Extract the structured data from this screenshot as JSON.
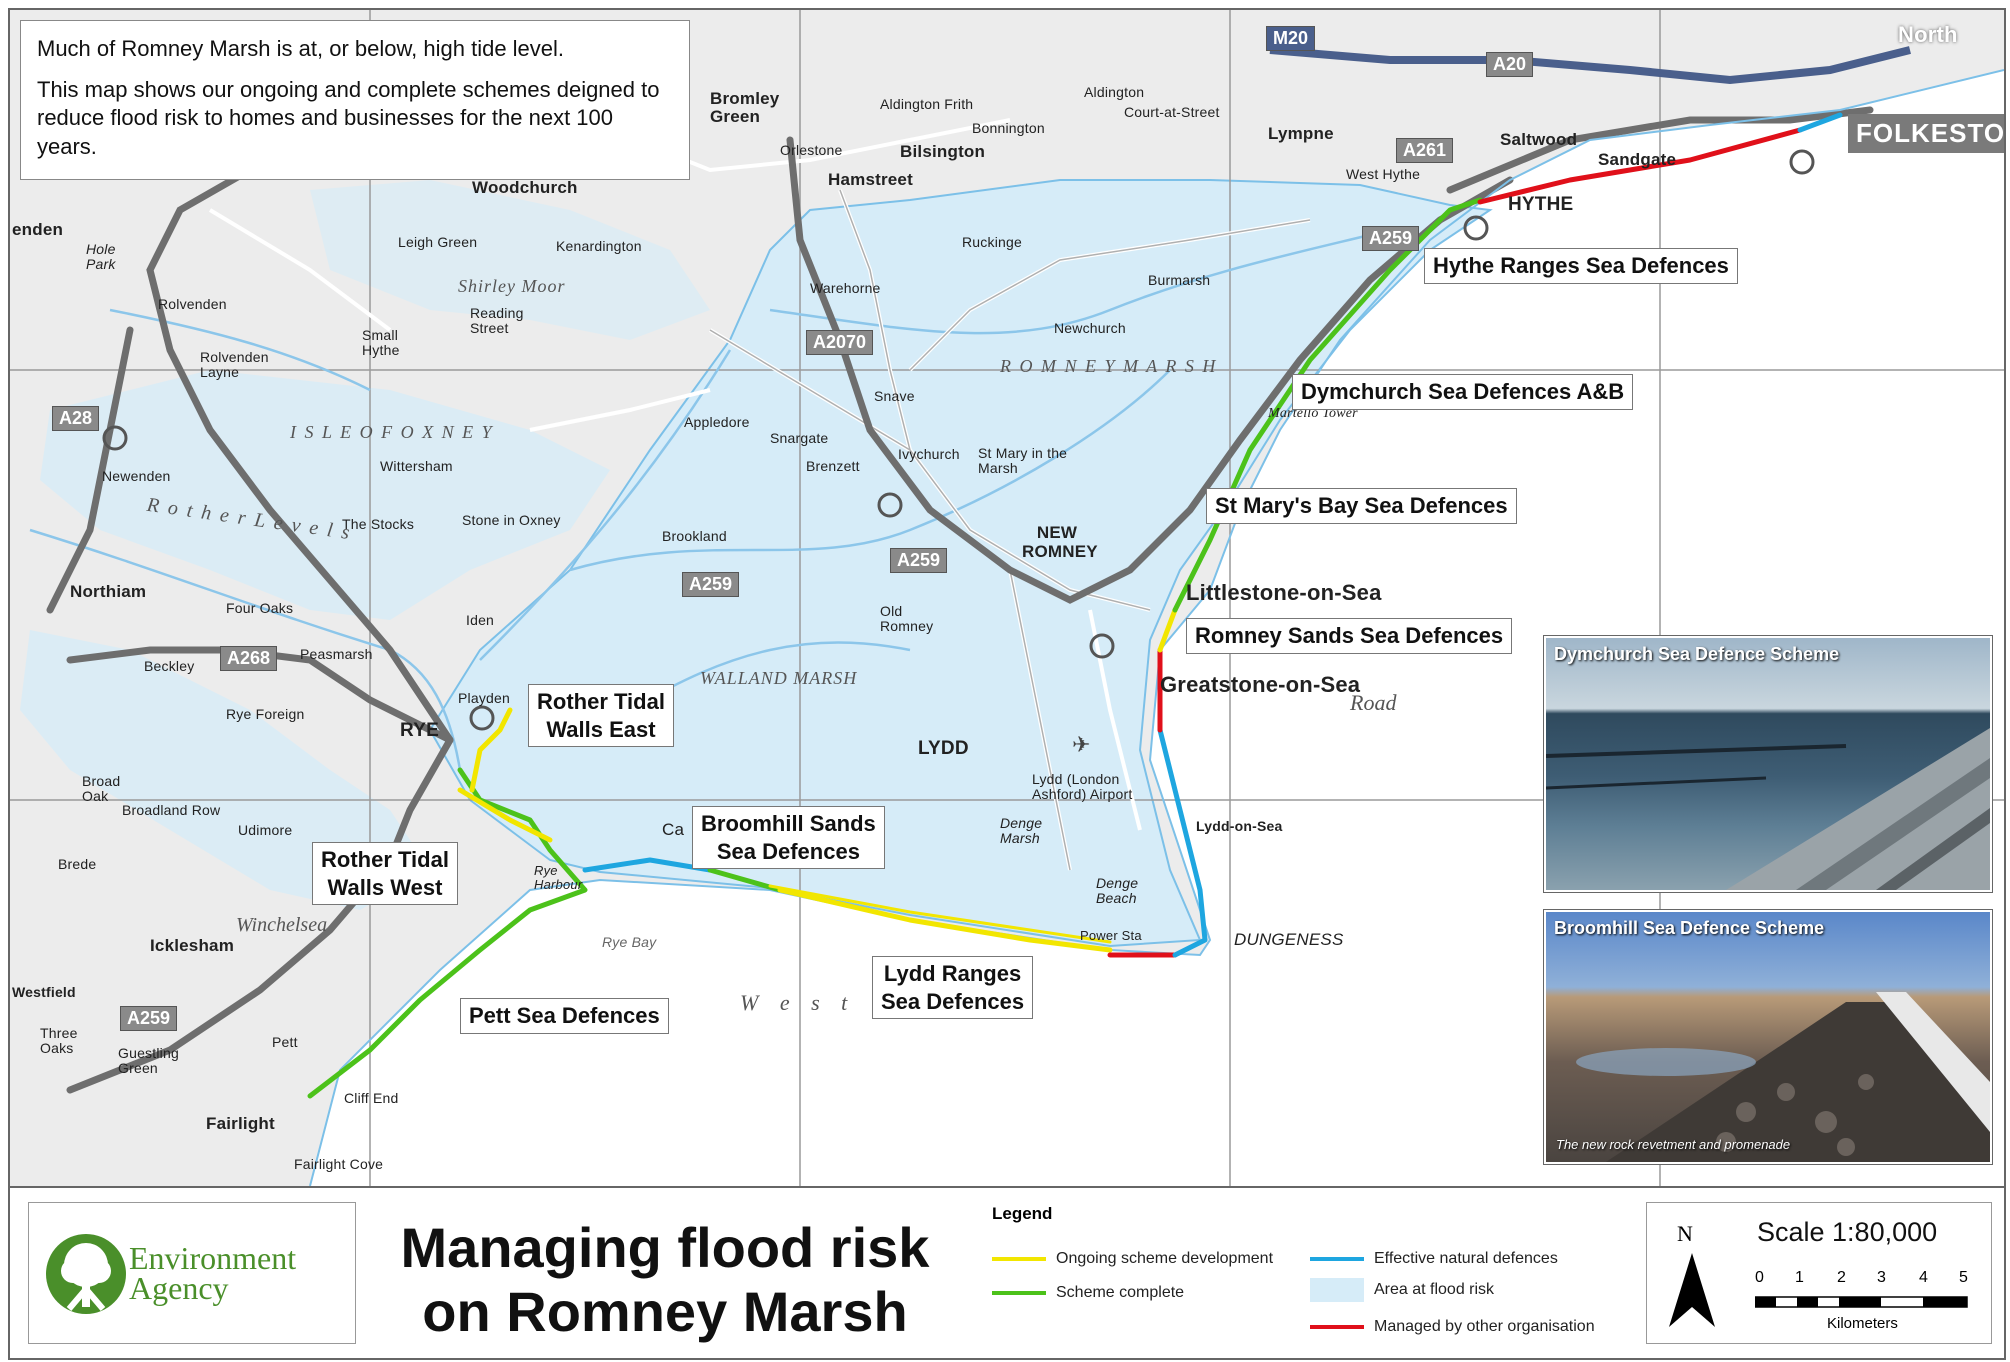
{
  "intro": {
    "line1": "Much of Romney Marsh is at, or below, high tide level.",
    "line2": "This map shows our ongoing and complete schemes deigned to reduce flood risk to homes and businesses for the next 100 years."
  },
  "callouts": {
    "hythe_ranges": "Hythe Ranges Sea Defences",
    "dymchurch": "Dymchurch Sea Defences A&B",
    "st_marys_bay": "St Mary's Bay Sea Defences",
    "littlestone": "Littlestone-on-Sea",
    "romney_sands": "Romney Sands Sea Defences",
    "greatstone": "Greatstone-on-Sea",
    "rother_east_1": "Rother Tidal",
    "rother_east_2": "Walls East",
    "broomhill_1": "Broomhill Sands",
    "broomhill_2": "Sea Defences",
    "rother_west_1": "Rother Tidal",
    "rother_west_2": "Walls West",
    "lydd_ranges_1": "Lydd Ranges",
    "lydd_ranges_2": "Sea Defences",
    "pett": "Pett Sea Defences"
  },
  "places": {
    "folkestone": "FOLKESTON",
    "north": "North",
    "hythe": "HYTHE",
    "saltwood": "Saltwood",
    "lympne": "Lympne",
    "west_hythe": "West Hythe",
    "sandgate": "Sandgate",
    "court_at_street": "Court-at-Street",
    "aldington": "Aldington",
    "aldington_frith": "Aldington Frith",
    "bonnington": "Bonnington",
    "bilsington": "Bilsington",
    "bromley_green": "Bromley Green",
    "hamstreet": "Hamstreet",
    "orlestone": "Orlestone",
    "woodchurch": "Woodchurch",
    "leigh_green": "Leigh Green",
    "kenardington": "Kenardington",
    "shirley_moor": "Shirley Moor",
    "reading_street": "Reading Street",
    "small_hythe": "Small Hythe",
    "rolvenden": "Rolvenden",
    "rolvenden_layne": "Rolvenden Layne",
    "hole_park": "Hole Park",
    "tenterden": "enden",
    "newenden": "Newenden",
    "wittersham": "Wittersham",
    "the_stocks": "The Stocks",
    "stone_in_oxney": "Stone in Oxney",
    "appledore": "Appledore",
    "snargate": "Snargate",
    "brenzett": "Brenzett",
    "ivychurch": "Ivychurch",
    "st_mary_in_the_marsh": "St Mary in the Marsh",
    "newchurch": "Newchurch",
    "burmarsh": "Burmarsh",
    "ruckinge": "Ruckinge",
    "warehorne": "Warehorne",
    "snave": "Snave",
    "brookland": "Brookland",
    "new_romney": "NEW ROMNEY",
    "old_romney": "Old Romney",
    "lydd": "LYDD",
    "lydd_airport": "Lydd (London Ashford) Airport",
    "lydd_on_sea": "Lydd-on-Sea",
    "denge_marsh": "Denge Marsh",
    "denge_beach": "Denge Beach",
    "dungeness": "DUNGENESS",
    "walland_marsh": "WALLAND MARSH",
    "romney_marsh_label": "R O M N E Y   M A R S H",
    "isle_of_oxney": "I S L E   O F   O X N E Y",
    "rother_levels": "R o t h e r   L e v e l s",
    "northiam": "Northiam",
    "four_oaks": "Four Oaks",
    "beckley": "Beckley",
    "peasmarsh": "Peasmarsh",
    "iden": "Iden",
    "playden": "Playden",
    "rye": "RYE",
    "rye_foreign": "Rye Foreign",
    "broad_oak": "Broad Oak",
    "broadland_row": "Broadland Row",
    "udimore": "Udimore",
    "brede": "Brede",
    "winchelsea": "Winchelsea",
    "icklesham": "Icklesham",
    "westfield": "Westfield",
    "three_oaks": "Three Oaks",
    "guestling_green": "Guestling Green",
    "pett": "Pett",
    "cliff_end": "Cliff End",
    "fairlight": "Fairlight",
    "fairlight_cove": "Fairlight Cove",
    "rye_bay": "Rye Bay",
    "west_bay": "W e s t",
    "martello_tower": "Martello Tower",
    "road_label": "Road",
    "camber": "Ca",
    "rye_harbour": "Rye Harbour",
    "power_sta": "Power Sta"
  },
  "roads": {
    "m20": "M20",
    "a20": "A20",
    "a261": "A261",
    "a259_hythe": "A259",
    "a2070": "A2070",
    "a259_marsh": "A259",
    "a259_marsh2": "A259",
    "a28": "A28",
    "a268": "A268",
    "a259_west": "A259"
  },
  "photos": {
    "dymchurch": {
      "caption": "Dymchurch Sea Defence Scheme"
    },
    "broomhill": {
      "caption": "Broomhill Sea Defence Scheme",
      "sub": "The new rock revetment and promenade"
    }
  },
  "footer": {
    "logo_line1": "Environment",
    "logo_line2": "Agency",
    "title_line1": "Managing flood risk",
    "title_line2": "on Romney Marsh"
  },
  "legend": {
    "title": "Legend",
    "items": [
      {
        "label": "Ongoing scheme development",
        "color": "#f2e600"
      },
      {
        "label": "Scheme complete",
        "color": "#4cc21a"
      },
      {
        "label": "Effective natural defences",
        "color": "#1ea6e0"
      },
      {
        "label": "Area at flood risk",
        "color": "#d6ecf8"
      },
      {
        "label": "Managed by other organisation",
        "color": "#e0101a"
      }
    ]
  },
  "scale": {
    "north": "N",
    "label": "Scale 1:80,000",
    "ticks": [
      "0",
      "1",
      "2",
      "3",
      "4",
      "5"
    ],
    "unit": "Kilometers"
  },
  "colors": {
    "flood_area": "#d6ecf8",
    "ongoing": "#f2e600",
    "complete": "#4cc21a",
    "natural": "#1ea6e0",
    "other_org": "#e0101a",
    "ea_green": "#4a8f2a"
  }
}
